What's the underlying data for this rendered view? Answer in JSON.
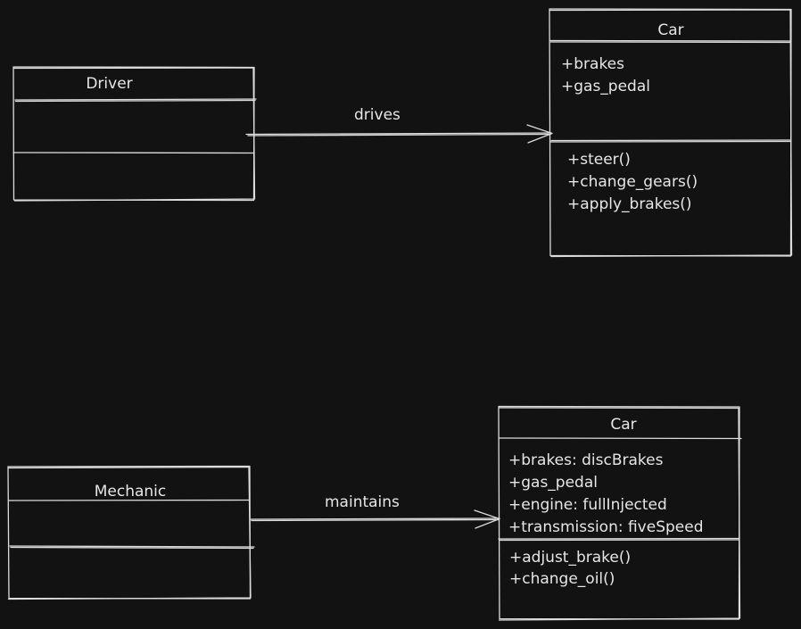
{
  "diagram": {
    "background_color": "#121212",
    "stroke_color": "#dcdcdc",
    "classes": {
      "driver": {
        "name": "Driver",
        "attributes": [],
        "methods": []
      },
      "car_top": {
        "name": "Car",
        "attributes": [
          "+brakes",
          "+gas_pedal"
        ],
        "methods": [
          "+steer()",
          "+change_gears()",
          "+apply_brakes()"
        ]
      },
      "mechanic": {
        "name": "Mechanic",
        "attributes": [],
        "methods": []
      },
      "car_bottom": {
        "name": "Car",
        "attributes": [
          "+brakes: discBrakes",
          "+gas_pedal",
          "+engine: fullInjected",
          "+transmission: fiveSpeed"
        ],
        "methods": [
          "+adjust_brake()",
          "+change_oil()"
        ]
      }
    },
    "relationships": {
      "drives": {
        "label": "drives",
        "from": "Driver",
        "to": "Car"
      },
      "maintains": {
        "label": "maintains",
        "from": "Mechanic",
        "to": "Car"
      }
    }
  }
}
